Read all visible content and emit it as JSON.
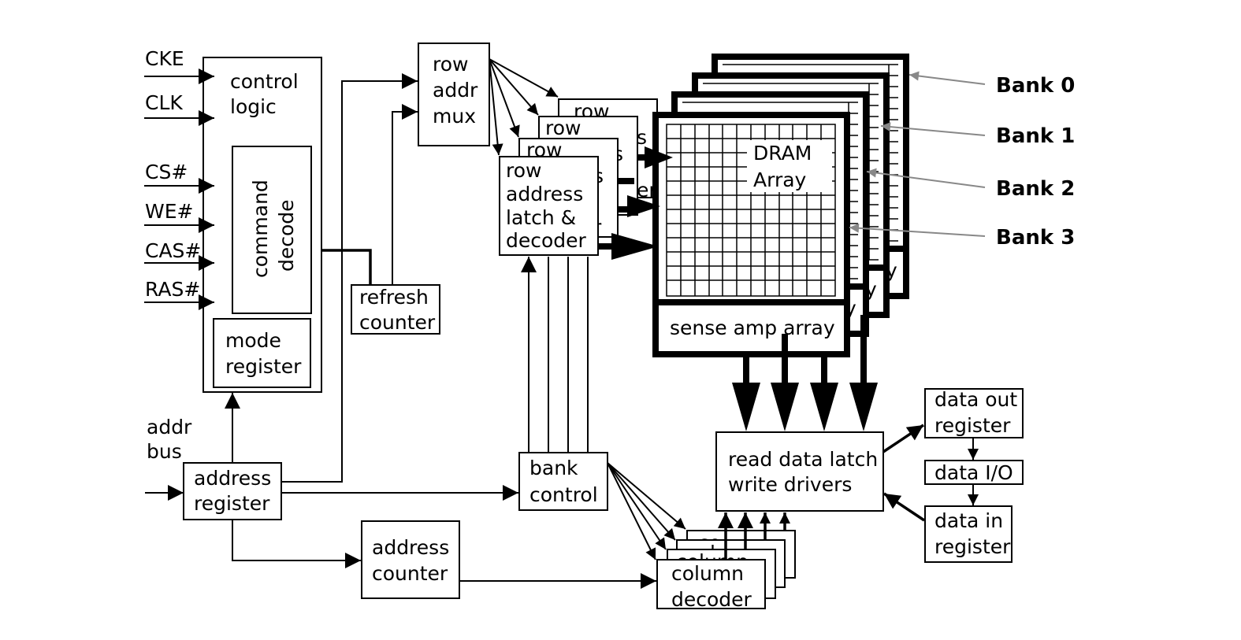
{
  "signals": {
    "cke": "CKE",
    "clk": "CLK",
    "cs": "CS#",
    "we": "WE#",
    "cas": "CAS#",
    "ras": "RAS#",
    "addr_bus": [
      "addr",
      "bus"
    ]
  },
  "blocks": {
    "control_logic": [
      "control",
      "logic"
    ],
    "command_decode": [
      "command",
      "decode"
    ],
    "mode_register": [
      "mode",
      "register"
    ],
    "address_register": [
      "address",
      "register"
    ],
    "refresh_counter": [
      "refresh",
      "counter"
    ],
    "row_addr_mux": [
      "row",
      "addr",
      "mux"
    ],
    "row_decoder_bank0": "row",
    "row_decoder_bank1": "row",
    "row_decoder_bank2": "row",
    "row_address_latch": [
      "row",
      "address",
      "latch &",
      "decoder"
    ],
    "bank_control": [
      "bank",
      "control"
    ],
    "address_counter": [
      "address",
      "counter"
    ],
    "column_decoder": [
      "column",
      "decoder"
    ],
    "column_decoder_stack_partial": [
      "column",
      "column",
      "co"
    ],
    "dram_array": [
      "DRAM",
      "Array"
    ],
    "sense_amp_array": "sense amp array",
    "read_write": [
      "read data latch",
      "write drivers"
    ],
    "data_out_register": [
      "data out",
      "register"
    ],
    "data_io": "data I/O",
    "data_in_register": [
      "data in",
      "register"
    ],
    "row_partial_glyphs": [
      "s",
      "s",
      "er",
      "s",
      "r",
      "er"
    ],
    "sense_partial_glyphs": [
      "y",
      "y",
      "y"
    ]
  },
  "banks": [
    "Bank 0",
    "Bank 1",
    "Bank 2",
    "Bank 3"
  ],
  "colors": {
    "line": "#000000",
    "bank_pointer": "#888888",
    "background": "#ffffff"
  }
}
